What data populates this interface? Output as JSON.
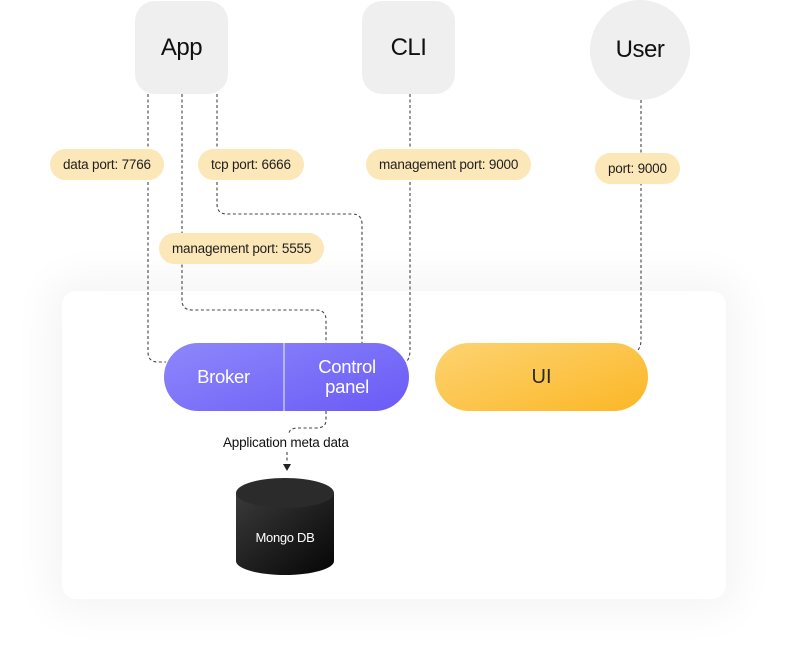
{
  "nodes": {
    "app": "App",
    "cli": "CLI",
    "user": "User"
  },
  "ports": {
    "data_port": "data port: 7766",
    "tcp_port": "tcp port: 6666",
    "management_port_app": "management port: 5555",
    "management_port_cli": "management port: 9000",
    "user_port": "port: 9000"
  },
  "services": {
    "broker": "Broker",
    "control_panel_line1": "Control",
    "control_panel_line2": "panel",
    "ui": "UI"
  },
  "storage": {
    "flow_label": "Application meta data",
    "database": "Mongo DB"
  },
  "colors": {
    "node_bg": "#efefef",
    "tag_bg": "#fbe7b7",
    "broker_gradient": [
      "#8a85fb",
      "#6a5af6"
    ],
    "ui_gradient": [
      "#fdd06f",
      "#fbb928"
    ],
    "db_color": "#1a1a1a"
  }
}
